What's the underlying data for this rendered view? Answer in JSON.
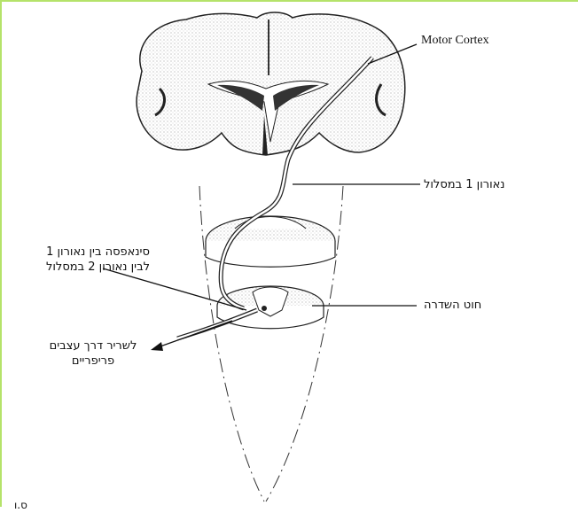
{
  "labels": {
    "motor_cortex": "Motor Cortex",
    "neuron1": "נאורון 1 במסלול",
    "synapse_line1": "סינאפסה בין נאורון 1",
    "synapse_line2": "לבין נאורון 2 במסלול",
    "spinal_cord": "חוט השדרה",
    "muscle_line1": "לשריר דרך עצבים",
    "muscle_line2": "פריפריים",
    "corner_mark": "ס.ו"
  }
}
